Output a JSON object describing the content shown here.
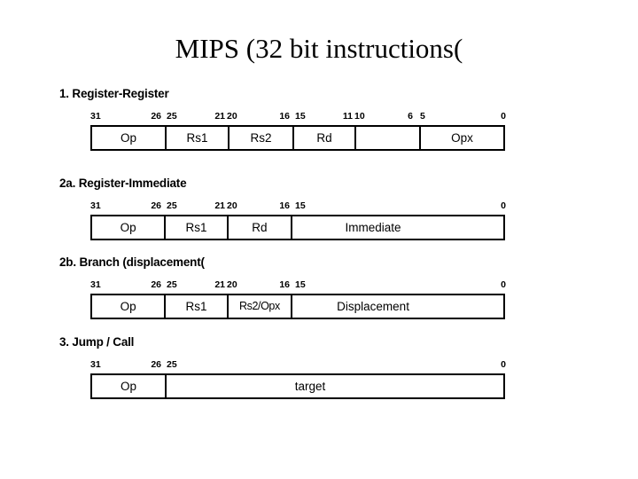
{
  "slide": {
    "title": "MIPS (32 bit instructions(",
    "background_color": "#ffffff",
    "text_color": "#000000"
  },
  "sections": [
    {
      "heading": "1. Register-Register",
      "bit_labels": [
        "31",
        "26",
        "25",
        "21",
        "20",
        "16",
        "15",
        "11",
        "10",
        "6",
        "5",
        "0"
      ],
      "fields": [
        {
          "label": "Op",
          "bits": "31-26"
        },
        {
          "label": "Rs1",
          "bits": "25-21"
        },
        {
          "label": "Rs2",
          "bits": "20-16"
        },
        {
          "label": "Rd",
          "bits": "15-11"
        },
        {
          "label": "",
          "bits": "10-6"
        },
        {
          "label": "Opx",
          "bits": "5-0"
        }
      ]
    },
    {
      "heading": "2a. Register-Immediate",
      "bit_labels": [
        "31",
        "26",
        "25",
        "21",
        "20",
        "16",
        "15",
        "0"
      ],
      "fields": [
        {
          "label": "Op",
          "bits": "31-26"
        },
        {
          "label": "Rs1",
          "bits": "25-21"
        },
        {
          "label": "Rd",
          "bits": "20-16"
        },
        {
          "label": "Immediate",
          "bits": "15-0"
        }
      ]
    },
    {
      "heading": "2b. Branch (displacement(",
      "bit_labels": [
        "31",
        "26",
        "25",
        "21",
        "20",
        "16",
        "15",
        "0"
      ],
      "fields": [
        {
          "label": "Op",
          "bits": "31-26"
        },
        {
          "label": "Rs1",
          "bits": "25-21"
        },
        {
          "label": "Rs2/Opx",
          "bits": "20-16"
        },
        {
          "label": "Displacement",
          "bits": "15-0"
        }
      ]
    },
    {
      "heading": "3. Jump / Call",
      "bit_labels": [
        "31",
        "26",
        "25",
        "0"
      ],
      "fields": [
        {
          "label": "Op",
          "bits": "31-26"
        },
        {
          "label": "target",
          "bits": "25-0"
        }
      ]
    }
  ]
}
